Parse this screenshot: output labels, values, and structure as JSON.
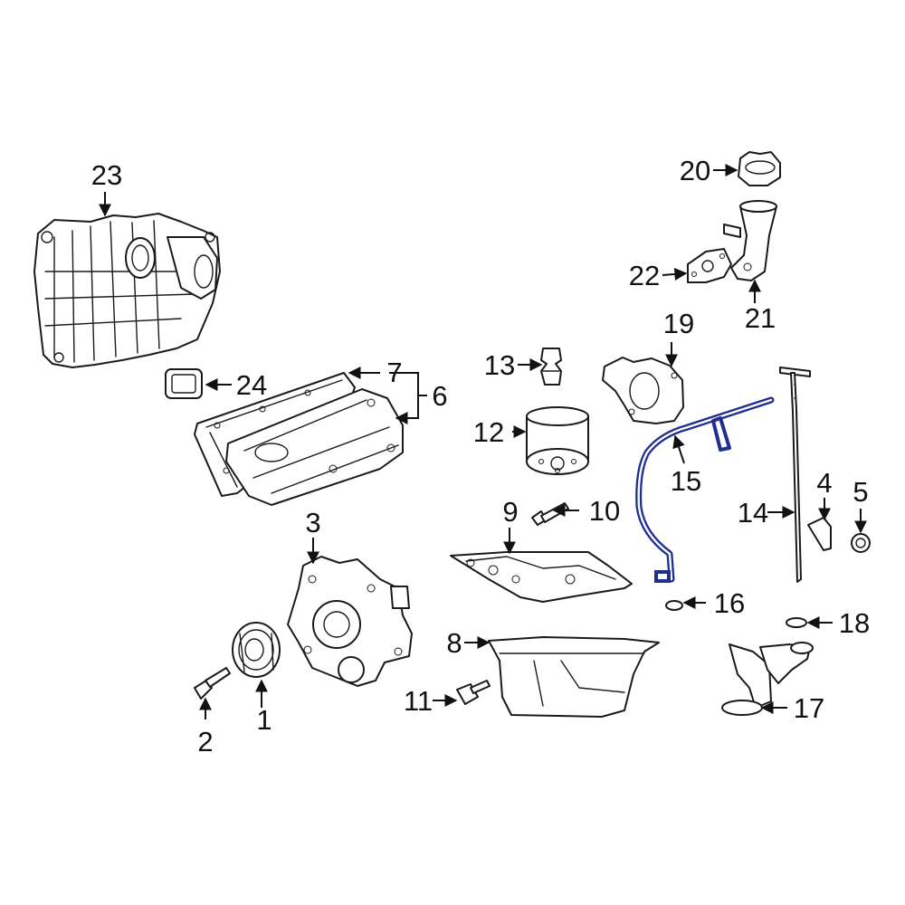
{
  "diagram": {
    "highlight_color": "#1f2f8f",
    "line_color": "#1a1a1a",
    "callouts": [
      "1",
      "2",
      "3",
      "4",
      "5",
      "6",
      "7",
      "8",
      "9",
      "10",
      "11",
      "12",
      "13",
      "14",
      "15",
      "16",
      "17",
      "18",
      "19",
      "20",
      "21",
      "22",
      "23",
      "24"
    ],
    "highlighted_part": "15"
  }
}
